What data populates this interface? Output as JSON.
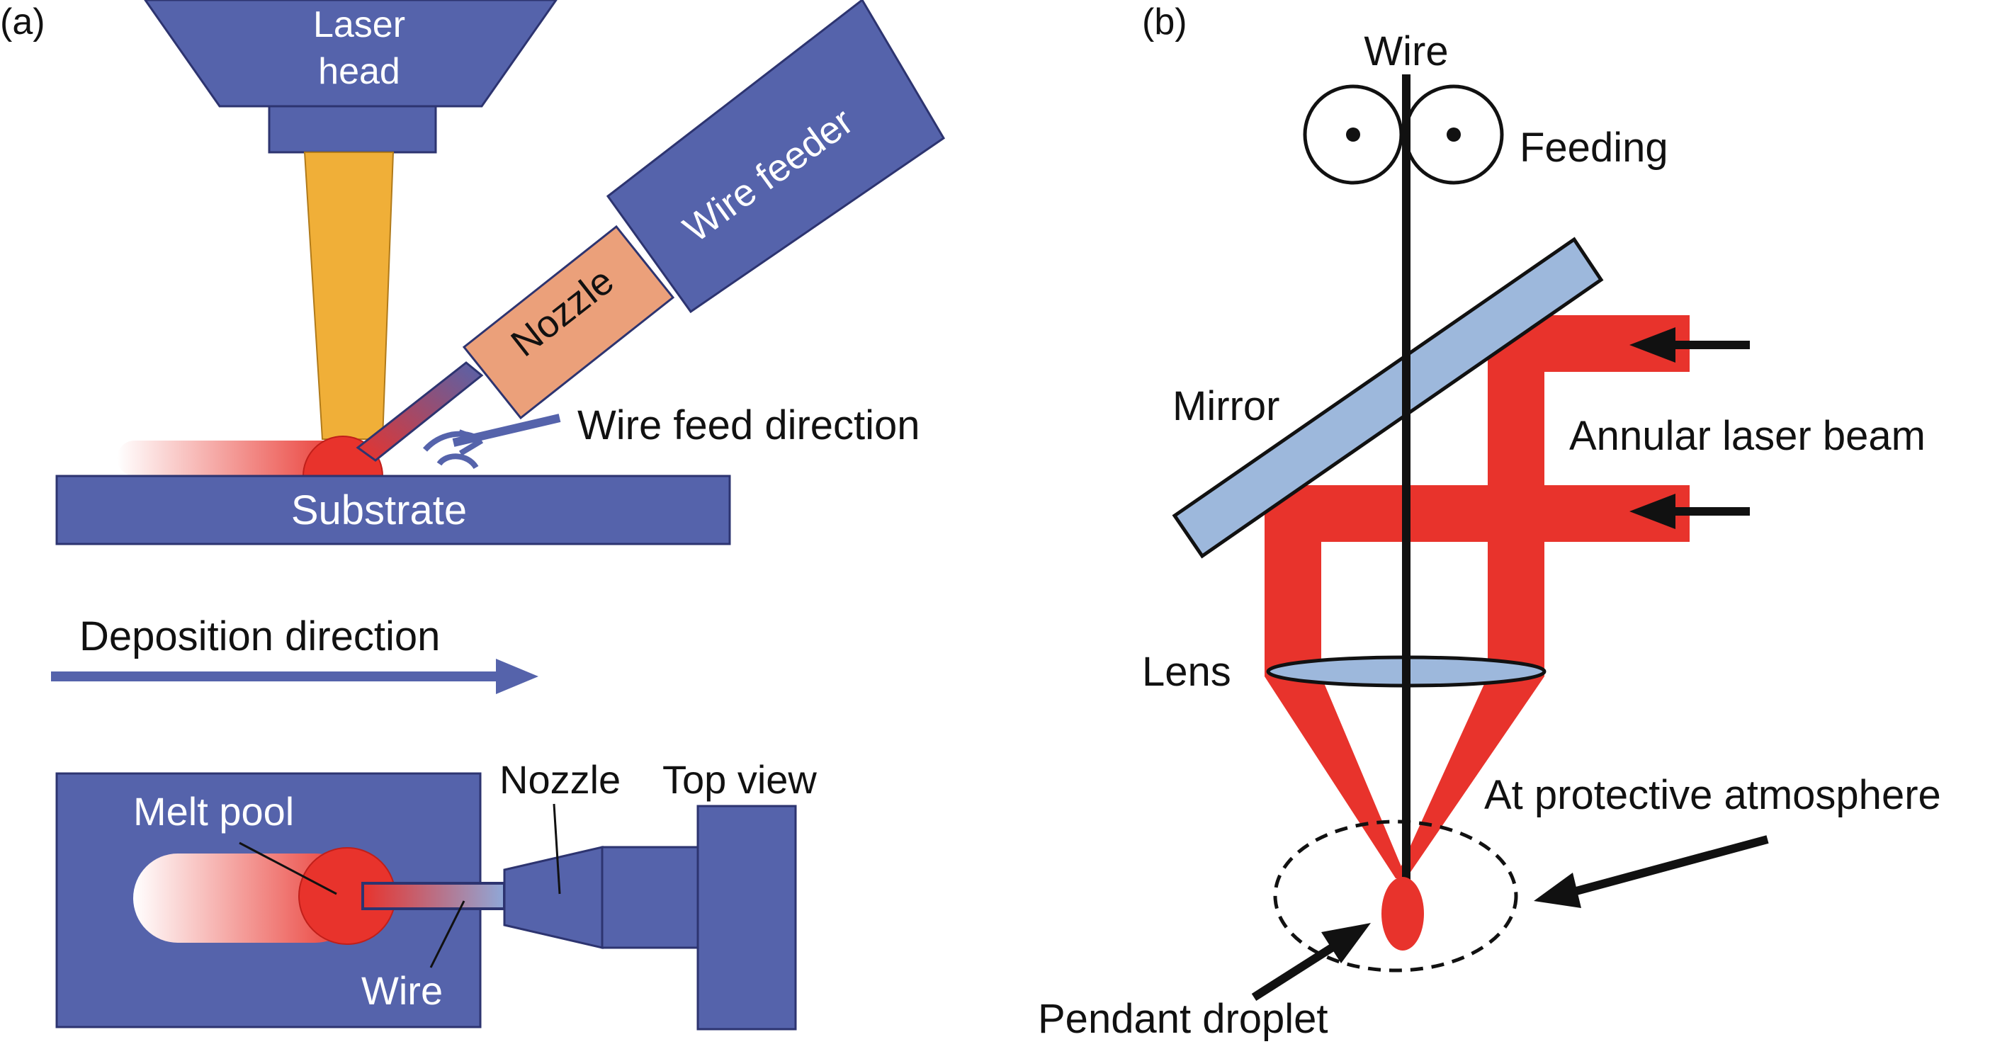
{
  "panel_a": {
    "label": "(a)",
    "laser_head_line1": "Laser",
    "laser_head_line2": "head",
    "wire_feeder": "Wire feeder",
    "nozzle": "Nozzle",
    "wire_feed_direction": "Wire feed direction",
    "substrate": "Substrate",
    "deposition_direction": "Deposition direction",
    "top_view": {
      "melt_pool": "Melt pool",
      "nozzle": "Nozzle",
      "top_view": "Top view",
      "wire": "Wire"
    }
  },
  "panel_b": {
    "label": "(b)",
    "wire": "Wire",
    "feeding": "Feeding",
    "mirror": "Mirror",
    "annular_laser_beam": "Annular laser beam",
    "lens": "Lens",
    "protective_atmosphere": "At protective atmosphere",
    "pendant_droplet": "Pendant droplet"
  },
  "colors": {
    "component_blue": "#5563AB",
    "beam_orange": "#F0AF38",
    "nozzle_tan": "#EBA07A",
    "laser_red": "#E8332C",
    "mirror_blue": "#9DB8DC",
    "text": "#111111"
  }
}
